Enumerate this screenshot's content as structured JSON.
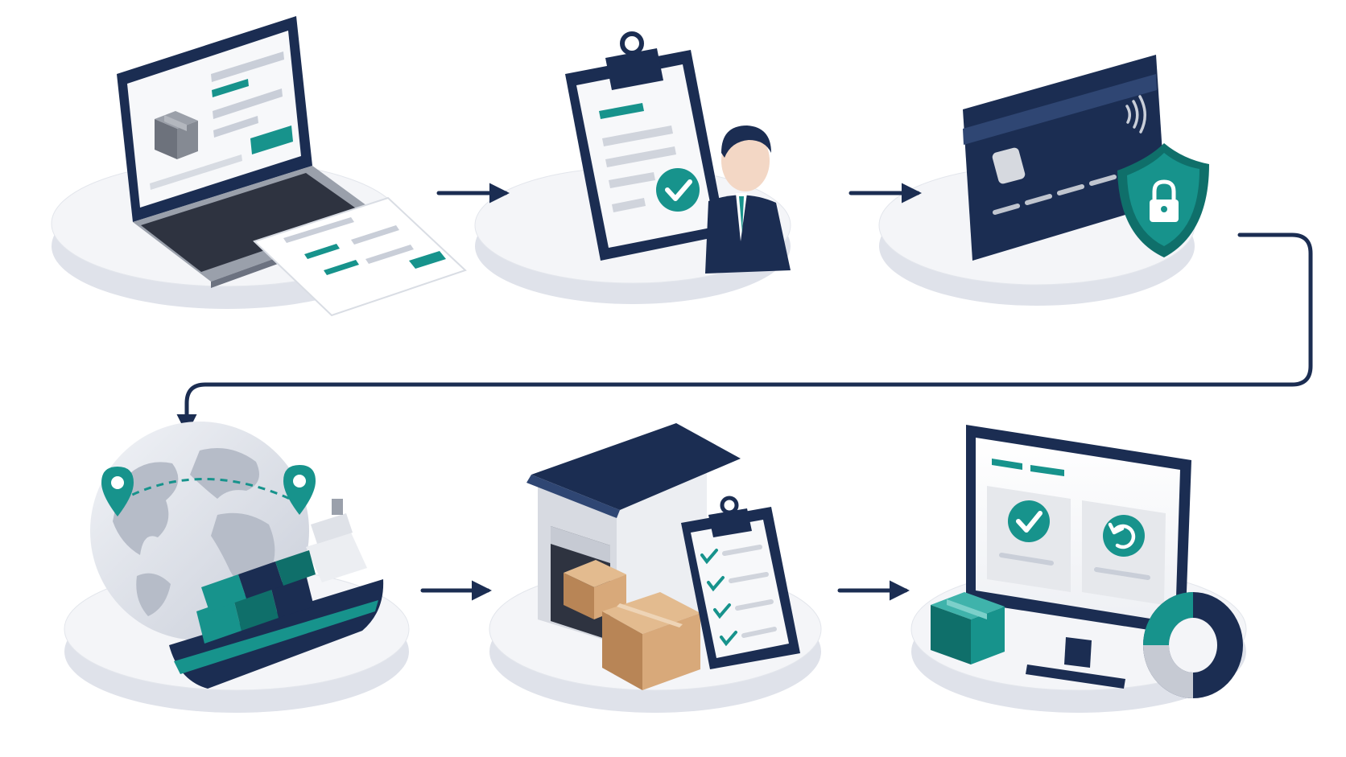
{
  "colors": {
    "navy": "#1b2d52",
    "teal": "#17938c",
    "teal_dark": "#0f6f6a",
    "light_gray": "#e9ebf0",
    "platform": "#f3f4f7",
    "kraft": "#d8a97a",
    "kraft_dark": "#b88556"
  },
  "steps": [
    {
      "id": "online-order",
      "icons": [
        "laptop-icon",
        "package-icon",
        "order-form-icon"
      ]
    },
    {
      "id": "order-approval",
      "icons": [
        "clipboard-icon",
        "checkmark-icon",
        "businessman-icon"
      ]
    },
    {
      "id": "secure-payment",
      "icons": [
        "credit-card-icon",
        "contactless-icon",
        "shield-lock-icon"
      ]
    },
    {
      "id": "global-shipping",
      "icons": [
        "globe-icon",
        "location-pin-icon",
        "cargo-ship-icon"
      ]
    },
    {
      "id": "warehouse-receiving",
      "icons": [
        "warehouse-icon",
        "cardboard-box-icon",
        "checklist-icon"
      ]
    },
    {
      "id": "delivery-and-returns",
      "icons": [
        "monitor-icon",
        "checkmark-icon",
        "return-icon",
        "box-icon",
        "donut-chart-icon"
      ]
    }
  ],
  "flow": [
    "online-order",
    "order-approval",
    "secure-payment",
    "global-shipping",
    "warehouse-receiving",
    "delivery-and-returns"
  ]
}
